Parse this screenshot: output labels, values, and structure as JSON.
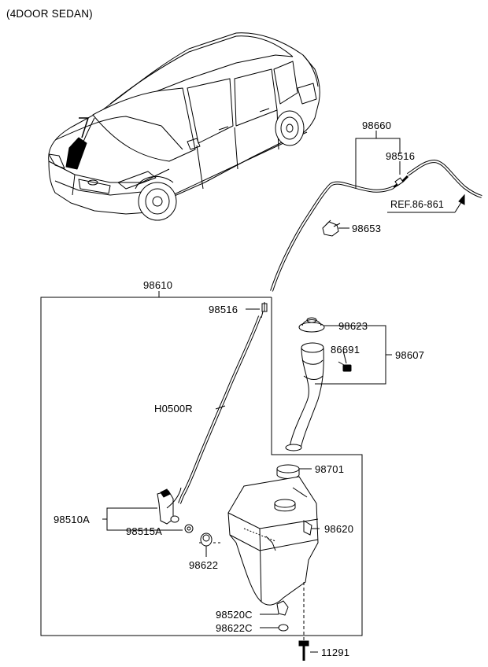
{
  "title": "(4DOOR SEDAN)",
  "labels": {
    "p98660": "98660",
    "p98516_top": "98516",
    "ref": "REF.86-861",
    "p98653": "98653",
    "p98610": "98610",
    "p98516_box": "98516",
    "p98623": "98623",
    "p86691": "86691",
    "p98607": "98607",
    "pH0500R": "H0500R",
    "p98701": "98701",
    "p98510A": "98510A",
    "p98515A": "98515A",
    "p98620": "98620",
    "p98622": "98622",
    "p98520C": "98520C",
    "p98622C": "98622C",
    "p11291": "11291"
  },
  "colors": {
    "ink": "#000000",
    "paper": "#ffffff",
    "shade": "#d9d9d9"
  }
}
